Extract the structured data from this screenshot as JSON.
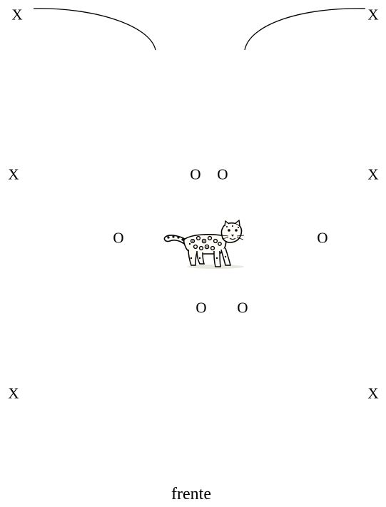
{
  "markers": {
    "x_top_left": "X",
    "x_top_right": "X",
    "x_mid_left": "X",
    "x_mid_right": "X",
    "x_bottom_left": "X",
    "x_bottom_right": "X",
    "o_top_left": "O",
    "o_top_right": "O",
    "o_mid_left": "O",
    "o_mid_right": "O",
    "o_bottom_left": "O",
    "o_bottom_right": "O"
  },
  "caption": "frente",
  "icons": {
    "leopard": "leopard-icon"
  }
}
